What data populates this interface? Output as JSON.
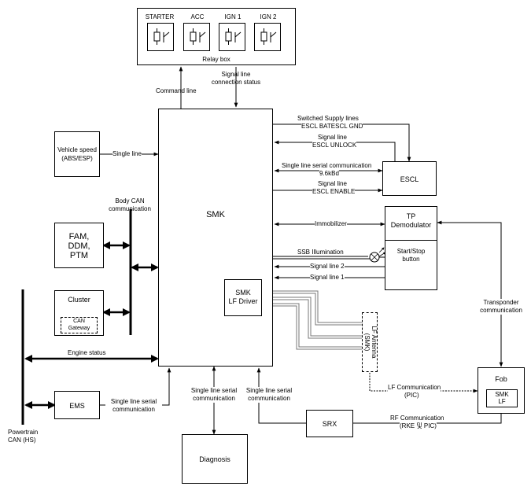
{
  "relay_box": {
    "title": "Relay box",
    "relays": [
      "STARTER",
      "ACC",
      "IGN 1",
      "IGN 2"
    ]
  },
  "labels": {
    "command_line": "Command line",
    "signal_status_1": "Signal line",
    "signal_status_2": "connection status",
    "vehicle_speed_1": "Vehicle speed",
    "vehicle_speed_2": "(ABS/ESP)",
    "single_line": "Single line",
    "body_can_1": "Body CAN",
    "body_can_2": "communication",
    "fam_1": "FAM,",
    "fam_2": "DDM,",
    "fam_3": "PTM",
    "cluster": "Cluster",
    "can_gw_1": "CAN",
    "can_gw_2": "Gateway",
    "smk": "SMK",
    "smk_lf_1": "SMK",
    "smk_lf_2": "LF Driver",
    "switched_supply_1": "Switched Supply lines",
    "switched_supply_2": "ESCL BATESCL GND",
    "signal_unlock_1": "Signal line",
    "signal_unlock_2": "ESCL UNLOCK",
    "serial_comm_1": "Single line serial communication",
    "serial_comm_2": "9.6kBd",
    "signal_enable_1": "Signal line",
    "signal_enable_2": "ESCL ENABLE",
    "escl": "ESCL",
    "tp_1": "TP",
    "tp_2": "Demodulator",
    "start_stop_1": "Start/Stop",
    "start_stop_2": "button",
    "immobilizer": "Immobilizer",
    "ssb_illum": "SSB Illumination",
    "signal_line_2": "Signal line 2",
    "signal_line_1": "Signal line 1",
    "lf_antenna_1": "LF Antenna",
    "lf_antenna_2": "(SMK)",
    "transponder_1": "Transponder",
    "transponder_2": "communication",
    "engine_status": "Engine status",
    "ems": "EMS",
    "ems_serial_1": "Single line serial",
    "ems_serial_2": "communication",
    "diag_serial_1": "Single line serial",
    "diag_serial_2": "communication",
    "srx_serial_1": "Single line serial",
    "srx_serial_2": "communication",
    "diagnosis": "Diagnosis",
    "srx": "SRX",
    "lf_comm_1": "LF Communication",
    "lf_comm_2": "(PIC)",
    "rf_comm_1": "RF Communication",
    "rf_comm_2": "(RKE 및 PIC)",
    "fob": "Fob",
    "fob_smk_1": "SMK",
    "fob_smk_2": "LF",
    "powertrain_1": "Powertrain",
    "powertrain_2": "CAN (HS)"
  }
}
